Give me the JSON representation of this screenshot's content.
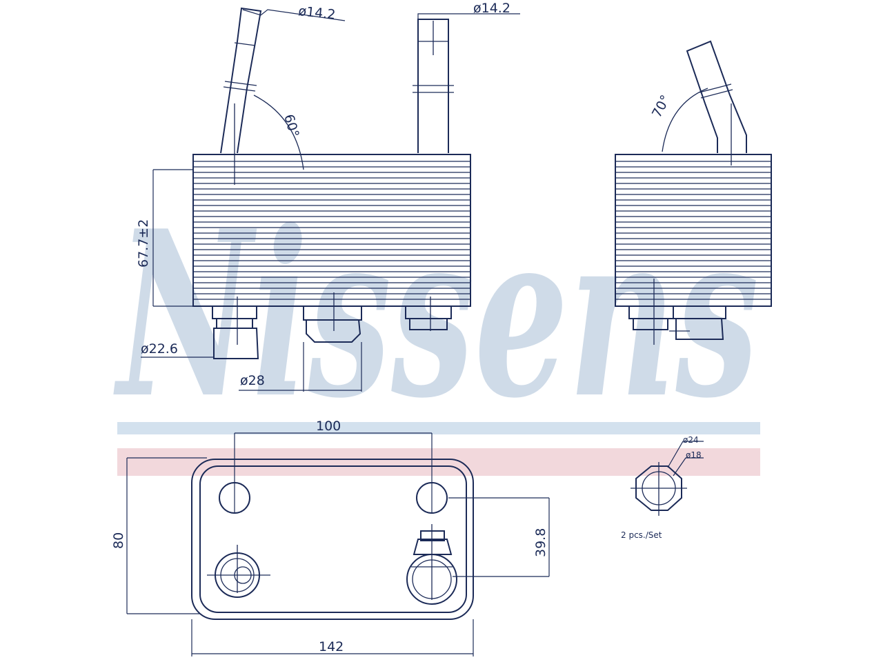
{
  "watermark": {
    "text": "Nissens",
    "color": "#cfdbe8"
  },
  "bands": {
    "blue": "#d3e1ee",
    "pink": "#f2d8dc"
  },
  "line_color": "#1b2a57",
  "dimensions": {
    "pipe_left_dia": "ø14.2",
    "pipe_right_dia": "ø14.2",
    "angle_front": "60°",
    "angle_side": "70°",
    "height": "67.7±2",
    "port_dia_small": "ø22.6",
    "port_dia_large": "ø28",
    "hole_spacing": "100",
    "width": "142",
    "depth": "80",
    "offset": "39.8",
    "seal_outer": "ø24",
    "seal_inner": "ø18",
    "seal_note": "2 pcs./Set"
  }
}
